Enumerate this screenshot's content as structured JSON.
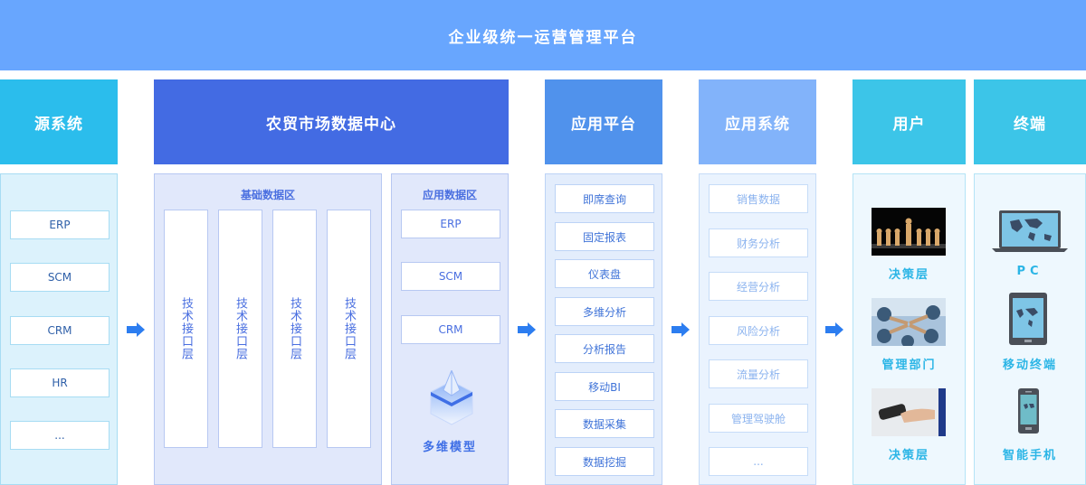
{
  "title": "企业级统一运营管理平台",
  "headers": {
    "source": "源系统",
    "datacenter": "农贸市场数据中心",
    "app_platform": "应用平台",
    "app_system": "应用系统",
    "users": "用户",
    "terminals": "终端"
  },
  "source_items": [
    "ERP",
    "SCM",
    "CRM",
    "HR",
    "..."
  ],
  "base_zone": {
    "title": "基础数据区",
    "layers": [
      "技术接口层",
      "技术接口层",
      "技术接口层",
      "技术接口层"
    ]
  },
  "app_zone": {
    "title": "应用数据区",
    "items": [
      "ERP",
      "SCM",
      "CRM"
    ],
    "model_label": "多维模型"
  },
  "platform_items": [
    "即席查询",
    "固定报表",
    "仪表盘",
    "多维分析",
    "分析报告",
    "移动BI",
    "数据采集",
    "数据挖掘"
  ],
  "system_items": [
    "销售数据",
    "财务分析",
    "经营分析",
    "风险分析",
    "流量分析",
    "管理驾驶舱",
    "..."
  ],
  "user_items": [
    {
      "label": "决策层",
      "icon": "chess-image"
    },
    {
      "label": "管理部门",
      "icon": "team-image"
    },
    {
      "label": "决策层",
      "icon": "handheld-device-image"
    }
  ],
  "terminal_items": [
    {
      "label": "PC",
      "icon": "laptop-icon"
    },
    {
      "label": "移动终端",
      "icon": "tablet-icon"
    },
    {
      "label": "智能手机",
      "icon": "smartphone-icon"
    }
  ],
  "colors": {
    "banner": "#68a6fe",
    "source_header": "#2bbdec",
    "datacenter_header": "#436be3",
    "platform_header": "#5092ec",
    "system_header": "#82b3fa",
    "users_header": "#3cc5e8",
    "arrow": "#2c7df0"
  }
}
